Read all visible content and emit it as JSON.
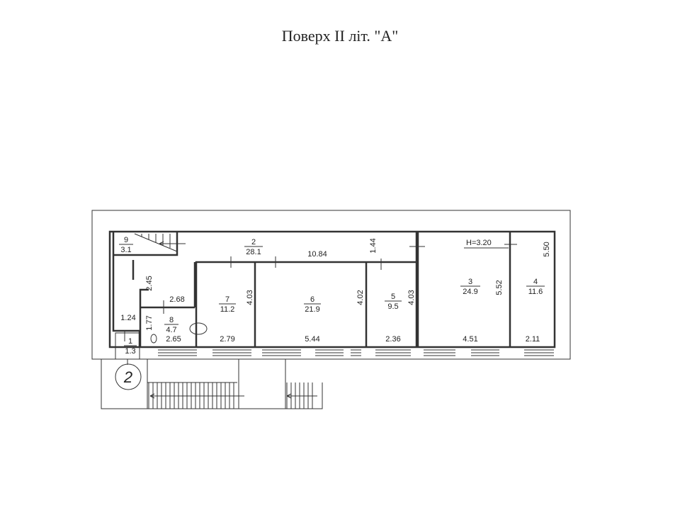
{
  "title": "Поверх II літ. \"А\"",
  "ceiling_height": "H=3.20",
  "section_marker": "2",
  "rooms": [
    {
      "number": "1",
      "area": "1.3"
    },
    {
      "number": "2",
      "area": "28.1"
    },
    {
      "number": "3",
      "area": "24.9"
    },
    {
      "number": "4",
      "area": "11.6"
    },
    {
      "number": "5",
      "area": "9.5"
    },
    {
      "number": "6",
      "area": "21.9"
    },
    {
      "number": "7",
      "area": "11.2"
    },
    {
      "number": "8",
      "area": "4.7"
    },
    {
      "number": "9",
      "area": "3.1"
    }
  ],
  "dimensions": {
    "corridor_length": "10.84",
    "corridor_width": "1.44",
    "left_corridor": "2.45",
    "room8_top": "2.68",
    "room8_bottom": "2.65",
    "room8_side": "1.77",
    "left_small": "1.24",
    "room7_width": "2.79",
    "room7_depth": "4.03",
    "room6_width": "5.44",
    "room6_depth": "4.02",
    "room5_width": "2.36",
    "room5_depth": "4.03",
    "room3_width": "4.51",
    "room3_depth": "5.52",
    "room4_width": "2.11",
    "room4_depth": "5.50"
  }
}
